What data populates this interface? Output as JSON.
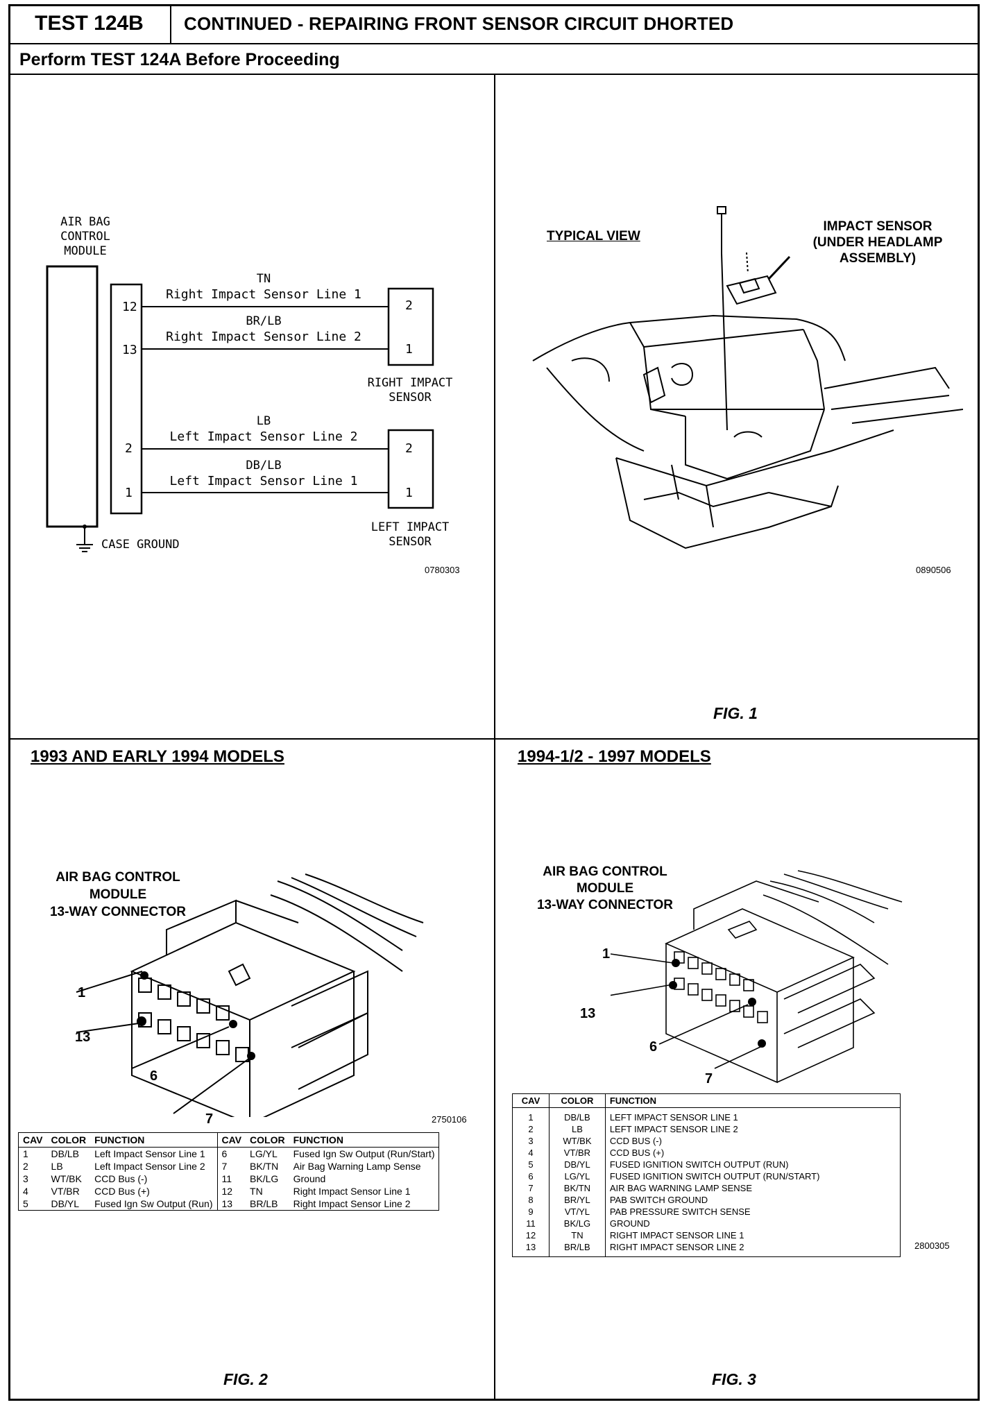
{
  "header": {
    "test_id": "TEST 124B",
    "title": "CONTINUED - REPAIRING FRONT SENSOR CIRCUIT DHORTED",
    "subtitle": "Perform TEST 124A Before Proceeding"
  },
  "schematic": {
    "module_label": [
      "AIR BAG",
      "CONTROL",
      "MODULE"
    ],
    "wires": [
      {
        "pin": "12",
        "color": "TN",
        "name": "Right Impact Sensor Line 1",
        "sensor_pin": "2"
      },
      {
        "pin": "13",
        "color": "BR/LB",
        "name": "Right Impact Sensor Line 2",
        "sensor_pin": "1"
      },
      {
        "pin": "2",
        "color": "LB",
        "name": "Left Impact Sensor Line 2",
        "sensor_pin": "2"
      },
      {
        "pin": "1",
        "color": "DB/LB",
        "name": "Left Impact Sensor Line 1",
        "sensor_pin": "1"
      }
    ],
    "right_sensor": [
      "RIGHT IMPACT",
      "SENSOR"
    ],
    "left_sensor": [
      "LEFT IMPACT",
      "SENSOR"
    ],
    "ground": "CASE GROUND",
    "code": "0780303"
  },
  "fig1": {
    "view": "TYPICAL VIEW",
    "callout": [
      "IMPACT SENSOR",
      "(UNDER HEADLAMP",
      "ASSEMBLY)"
    ],
    "code": "0890506",
    "caption": "FIG. 1"
  },
  "fig2": {
    "section": "1993 AND EARLY 1994 MODELS",
    "connector_label": [
      "AIR BAG CONTROL",
      "MODULE",
      "13-WAY CONNECTOR"
    ],
    "callouts": [
      "1",
      "13",
      "6",
      "7"
    ],
    "code": "2750106",
    "caption": "FIG. 2",
    "table": {
      "headers": [
        "CAV",
        "COLOR",
        "FUNCTION",
        "CAV",
        "COLOR",
        "FUNCTION"
      ],
      "rows": [
        [
          "1",
          "DB/LB",
          "Left Impact Sensor Line 1",
          "6",
          "LG/YL",
          "Fused Ign Sw Output (Run/Start)"
        ],
        [
          "2",
          "LB",
          "Left Impact Sensor Line 2",
          "7",
          "BK/TN",
          "Air Bag Warning Lamp Sense"
        ],
        [
          "3",
          "WT/BK",
          "CCD Bus (-)",
          "11",
          "BK/LG",
          "Ground"
        ],
        [
          "4",
          "VT/BR",
          "CCD Bus (+)",
          "12",
          "TN",
          "Right Impact Sensor Line 1"
        ],
        [
          "5",
          "DB/YL",
          "Fused Ign Sw Output (Run)",
          "13",
          "BR/LB",
          "Right Impact Sensor Line 2"
        ]
      ]
    }
  },
  "fig3": {
    "section": "1994-1/2 - 1997 MODELS",
    "connector_label": [
      "AIR BAG CONTROL",
      "MODULE",
      "13-WAY CONNECTOR"
    ],
    "callouts": [
      "1",
      "13",
      "6",
      "7"
    ],
    "code": "2800305",
    "caption": "FIG. 3",
    "table": {
      "headers": [
        "CAV",
        "COLOR",
        "FUNCTION"
      ],
      "rows": [
        [
          "1",
          "DB/LB",
          "LEFT IMPACT SENSOR LINE 1"
        ],
        [
          "2",
          "LB",
          "LEFT IMPACT SENSOR LINE 2"
        ],
        [
          "3",
          "WT/BK",
          "CCD BUS (-)"
        ],
        [
          "4",
          "VT/BR",
          "CCD BUS (+)"
        ],
        [
          "5",
          "DB/YL",
          "FUSED IGNITION SWITCH OUTPUT (RUN)"
        ],
        [
          "6",
          "LG/YL",
          "FUSED IGNITION SWITCH OUTPUT (RUN/START)"
        ],
        [
          "7",
          "BK/TN",
          "AIR BAG WARNING LAMP SENSE"
        ],
        [
          "8",
          "BR/YL",
          "PAB SWITCH GROUND"
        ],
        [
          "9",
          "VT/YL",
          "PAB PRESSURE SWITCH SENSE"
        ],
        [
          "11",
          "BK/LG",
          "GROUND"
        ],
        [
          "12",
          "TN",
          "RIGHT IMPACT SENSOR LINE 1"
        ],
        [
          "13",
          "BR/LB",
          "RIGHT IMPACT SENSOR LINE 2"
        ]
      ]
    }
  }
}
